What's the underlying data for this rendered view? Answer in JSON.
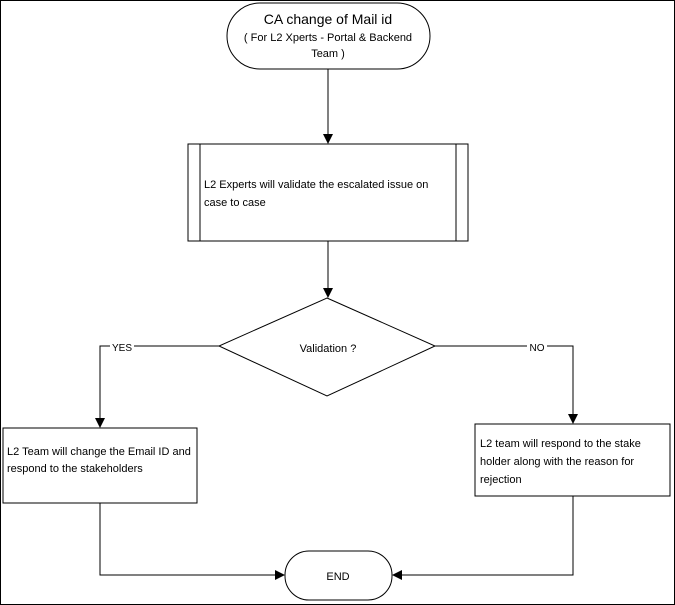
{
  "start": {
    "title": "CA change of Mail id",
    "subtitle_line1": "( For L2 Xperts  - Portal & Backend",
    "subtitle_line2": "Team )"
  },
  "process": {
    "line1": "L2 Experts will validate the escalated issue on",
    "line2": "case to case"
  },
  "decision": {
    "label": "Validation ?"
  },
  "branches": {
    "yes_label": "YES",
    "no_label": "NO"
  },
  "yes_action": {
    "line1": "L2 Team will change the Email ID and",
    "line2": "respond to the stakeholders"
  },
  "no_action": {
    "line1": "L2 team will respond to the stake",
    "line2": "holder along with the reason for",
    "line3": "rejection"
  },
  "end": {
    "label": "END"
  }
}
